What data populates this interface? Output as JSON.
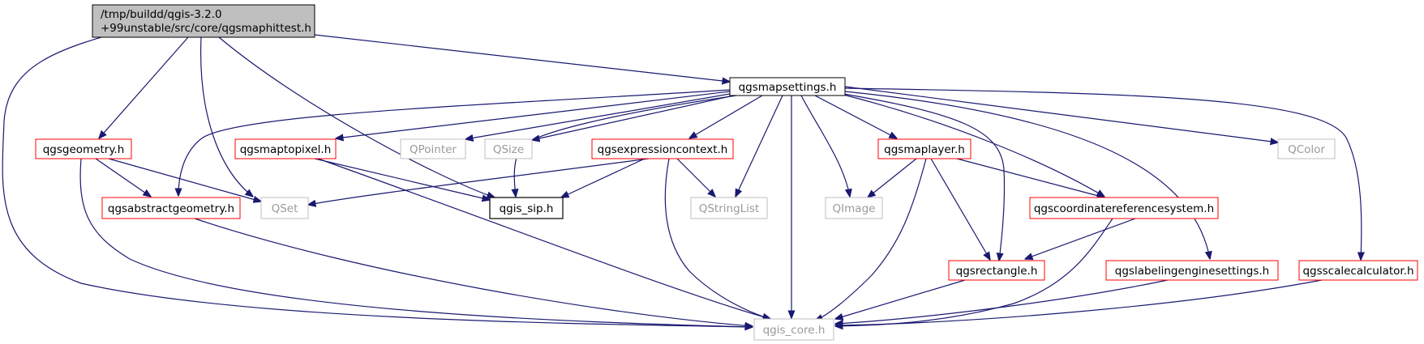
{
  "diagram": {
    "type": "include-dependency-graph",
    "colors": {
      "edge": "#191970",
      "root_fill": "#bfbfbf",
      "red_border": "#ff0000",
      "gray_border": "#bfbfbf",
      "black_border": "#000000",
      "gray_text": "#9a9a9a"
    },
    "nodes": {
      "root": {
        "line1": "/tmp/buildd/qgis-3.2.0",
        "line2": "+99unstable/src/core/qgsmaphittest.h",
        "style": "root"
      },
      "mapsettings": {
        "label": "qgsmapsettings.h",
        "style": "black"
      },
      "geometry": {
        "label": "qgsgeometry.h",
        "style": "red"
      },
      "maptopixel": {
        "label": "qgsmaptopixel.h",
        "style": "red"
      },
      "qpointer": {
        "label": "QPointer",
        "style": "gray"
      },
      "qsize": {
        "label": "QSize",
        "style": "gray"
      },
      "exprctx": {
        "label": "qgsexpressioncontext.h",
        "style": "red"
      },
      "maplayer": {
        "label": "qgsmaplayer.h",
        "style": "red"
      },
      "qcolor": {
        "label": "QColor",
        "style": "gray"
      },
      "abstractgeom": {
        "label": "qgsabstractgeometry.h",
        "style": "red"
      },
      "qset": {
        "label": "QSet",
        "style": "gray"
      },
      "sip": {
        "label": "qgis_sip.h",
        "style": "black"
      },
      "qstringlist": {
        "label": "QStringList",
        "style": "gray"
      },
      "qimage": {
        "label": "QImage",
        "style": "gray"
      },
      "crs": {
        "label": "qgscoordinatereferencesystem.h",
        "style": "red"
      },
      "rectangle": {
        "label": "qgsrectangle.h",
        "style": "red"
      },
      "labeling": {
        "label": "qgslabelingenginesettings.h",
        "style": "red"
      },
      "scalecalc": {
        "label": "qgsscalecalculator.h",
        "style": "red"
      },
      "core": {
        "label": "qgis_core.h",
        "style": "gray"
      }
    }
  }
}
